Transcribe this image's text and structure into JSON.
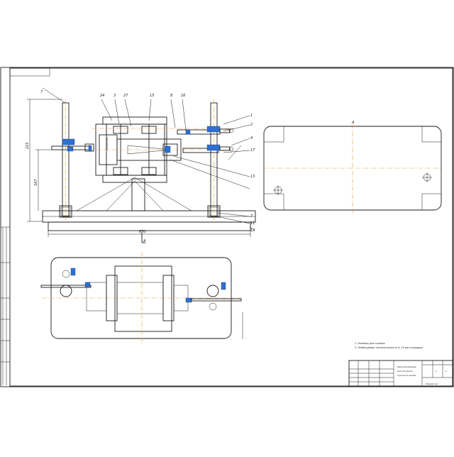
{
  "drawing": {
    "view_label": "A",
    "section_mark": "A",
    "callouts": [
      "7",
      "24",
      "3",
      "27",
      "15",
      "8",
      "16",
      "1",
      "2",
      "4",
      "17",
      "13",
      "7",
      "11",
      "12"
    ],
    "dimensions": [
      "225",
      "167",
      "650"
    ],
    "notes": [
      "1. Размеры для справок",
      "2. Необходимая технологичность 8, 10 мм площадью"
    ],
    "title_block": {
      "name_lines": [
        "Приспособление",
        "для контроля",
        "соосности валов"
      ],
      "sheet": "1",
      "sheets": "1",
      "format": "Формат A1"
    }
  },
  "colors": {
    "line": "#1a1a1a",
    "axis": "#e0a030",
    "clamp": "#2f6fd0",
    "paper": "#ffffff"
  }
}
